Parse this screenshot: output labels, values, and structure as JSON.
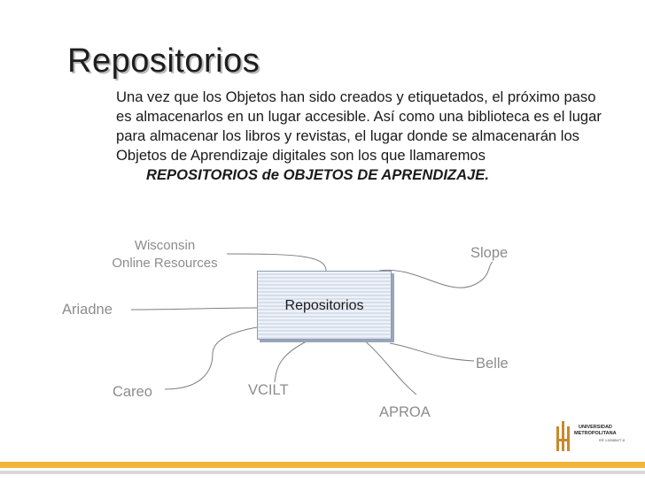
{
  "slide": {
    "title": "Repositorios",
    "body": "Una vez que los Objetos han sido creados y etiquetados, el próximo paso es almacenarlos en un lugar accesible. Así como una biblioteca es el lugar para almacenar los libros y revistas, el lugar donde se almacenarán los Objetos de Aprendizaje digitales son los que llamaremos",
    "emphasis": "REPOSITORIOS de OBJETOS DE APRENDIZAJE",
    "emphasis_suffix": "."
  },
  "diagram": {
    "center": "Repositorios",
    "nodes": {
      "wisconsin_1": "Wisconsin",
      "wisconsin_2": "Online Resources",
      "slope": "Slope",
      "ariadne": "Ariadne",
      "belle": "Belle",
      "careo": "Careo",
      "vcilt": "VCILT",
      "aproa": "APROA"
    }
  },
  "logo": {
    "line1": "UNIVERSIDAD",
    "line2": "METROPOLITANA",
    "line3": "RIF J-00085477-8"
  },
  "colors": {
    "title": "#1e1e1e",
    "node_label": "#8c8c8c",
    "connector": "#7f7f7f",
    "footer_accent": "#f0b53a",
    "logo_accent": "#c9892b"
  }
}
